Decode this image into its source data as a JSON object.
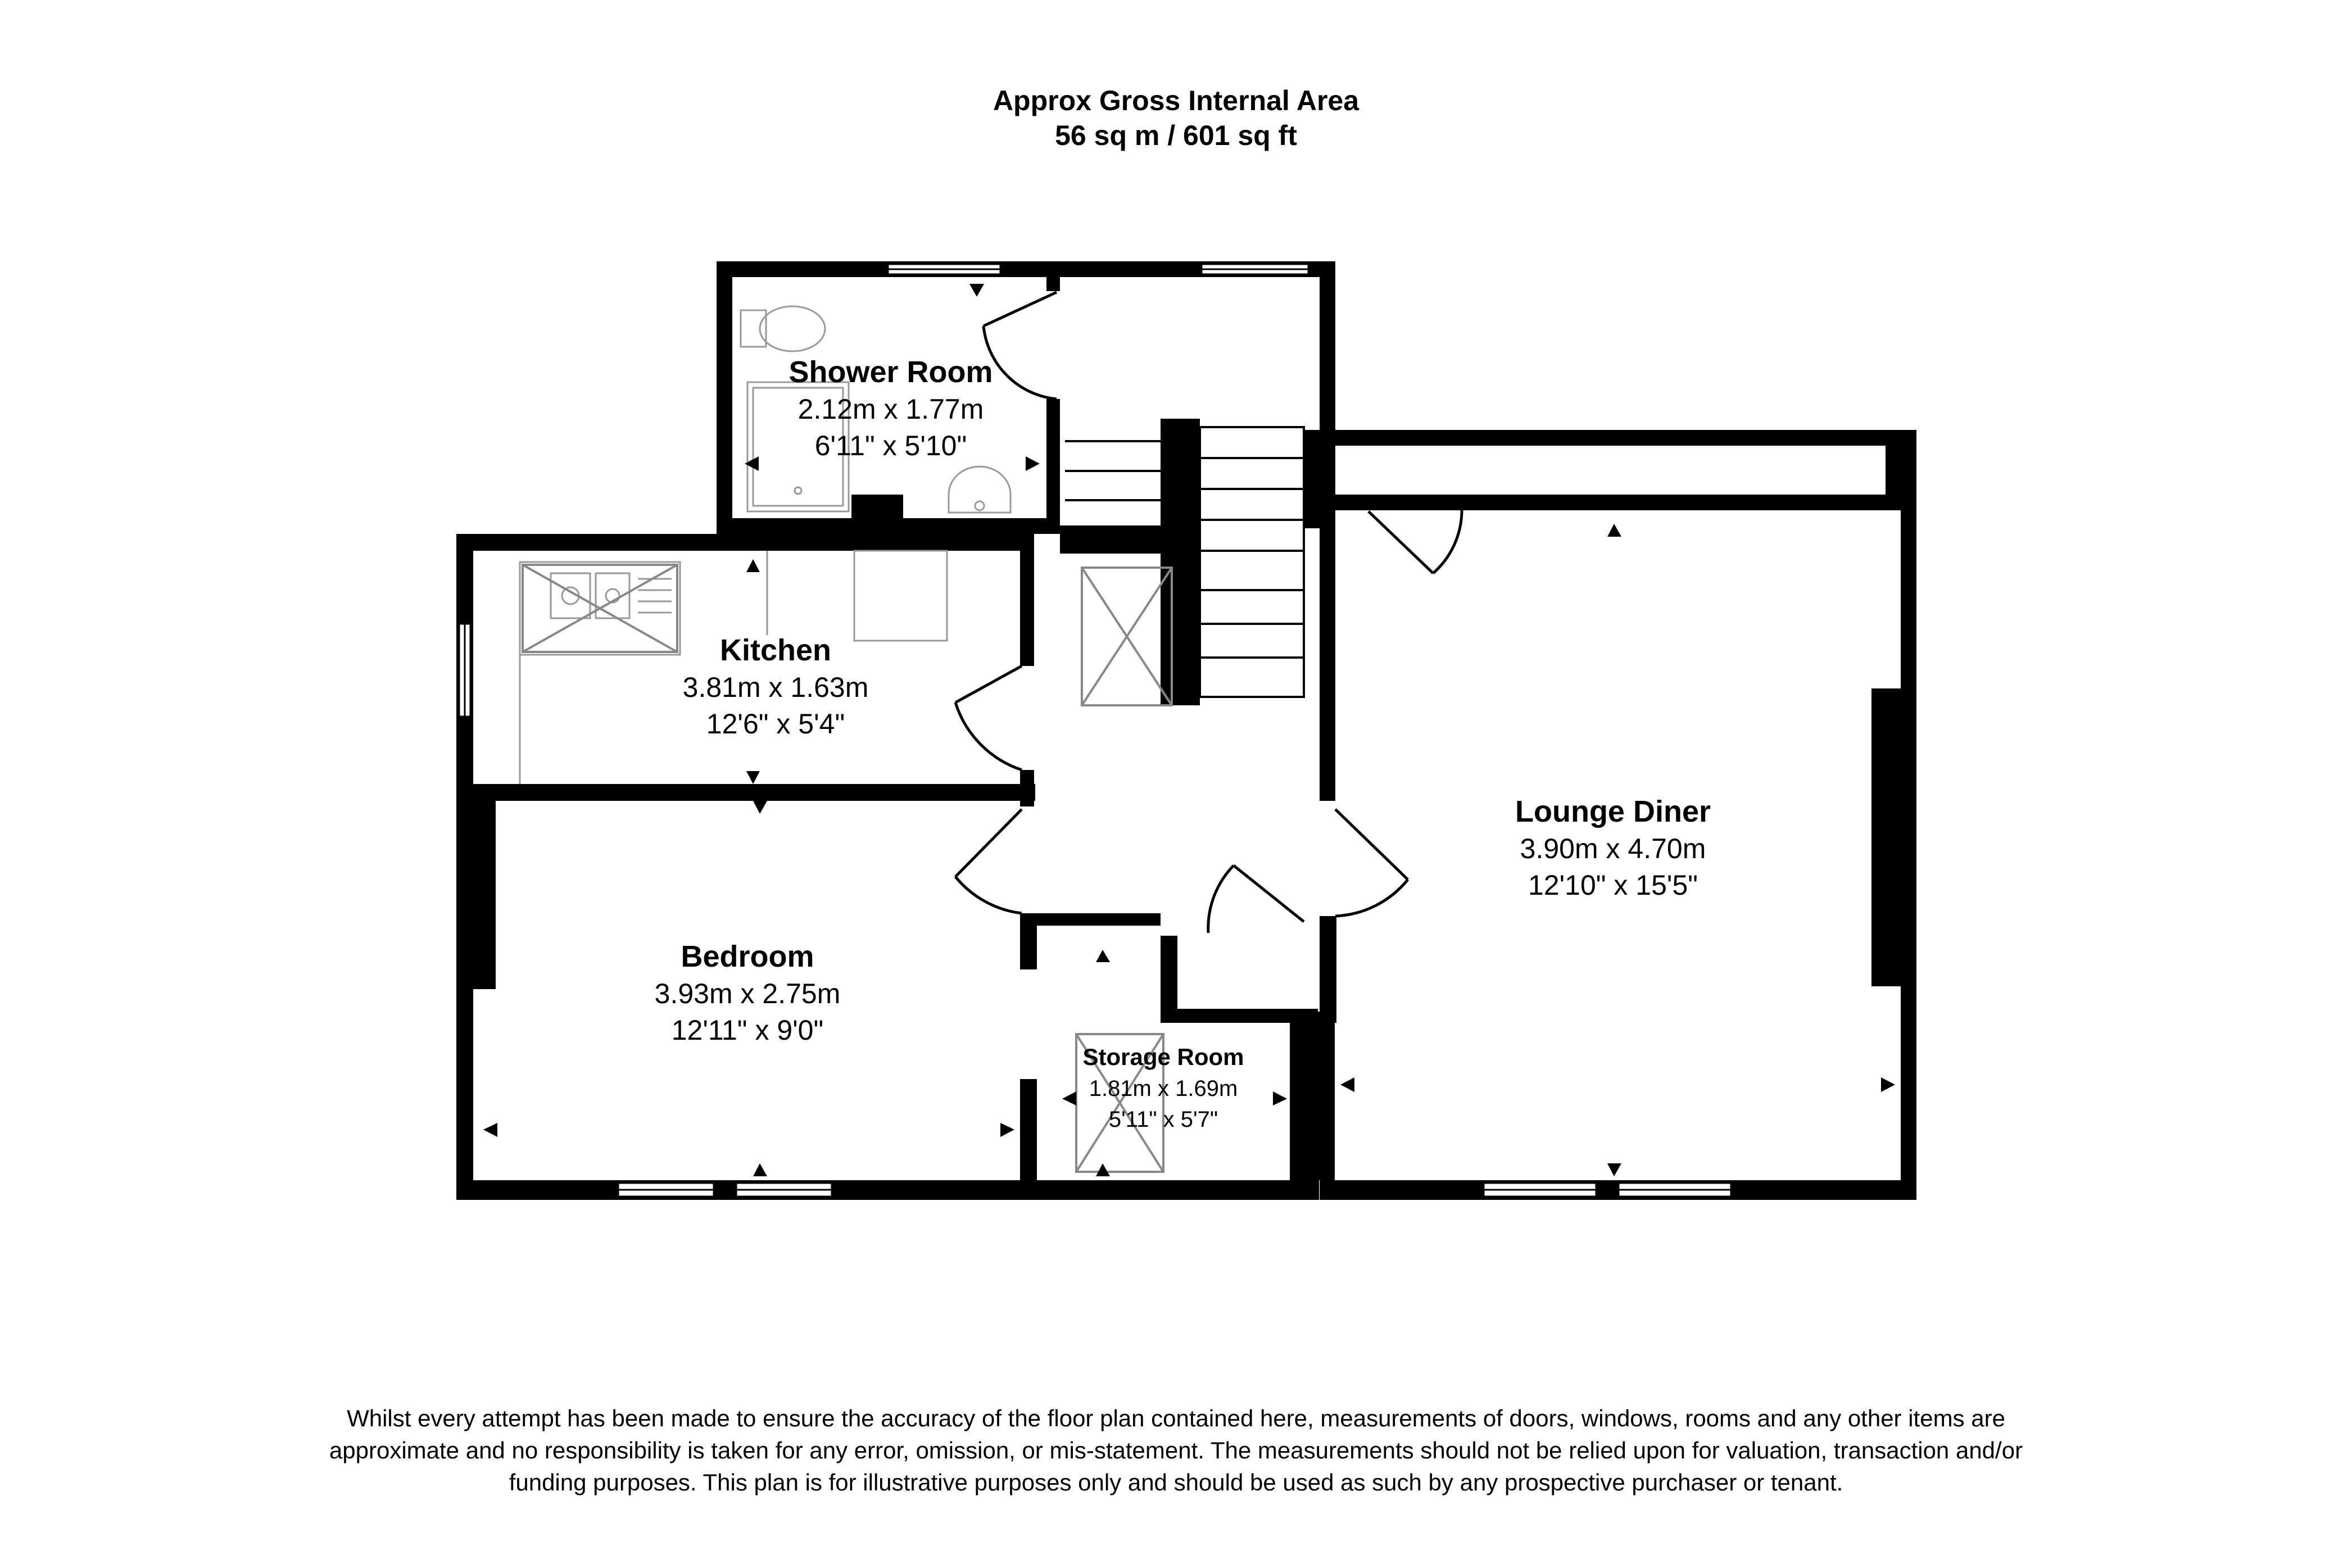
{
  "header": {
    "title": "Approx Gross Internal Area",
    "area": "56 sq m / 601 sq ft"
  },
  "rooms": [
    {
      "name": "Shower Room",
      "metric": "2.12m x 1.77m",
      "imperial": "6'11\" x 5'10\""
    },
    {
      "name": "Kitchen",
      "metric": "3.81m x 1.63m",
      "imperial": "12'6\" x 5'4\""
    },
    {
      "name": "Bedroom",
      "metric": "3.93m x 2.75m",
      "imperial": "12'11\" x 9'0\""
    },
    {
      "name": "Storage Room",
      "metric": "1.81m x 1.69m",
      "imperial": "5'11\" x 5'7\""
    },
    {
      "name": "Lounge Diner",
      "metric": "3.90m x 4.70m",
      "imperial": "12'10\" x 15'5\""
    }
  ],
  "disclaimer": "Whilst every attempt has been made to ensure the accuracy of the floor plan contained here, measurements of doors, windows, rooms and any other items are approximate and no responsibility is taken for any error, omission, or mis-statement. The measurements should not be relied upon for valuation, transaction and/or funding purposes. This plan is for illustrative purposes only and should be used as such by any prospective purchaser or tenant.",
  "colors": {
    "wall": "#000000",
    "fixture": "#999999",
    "background": "#ffffff"
  }
}
